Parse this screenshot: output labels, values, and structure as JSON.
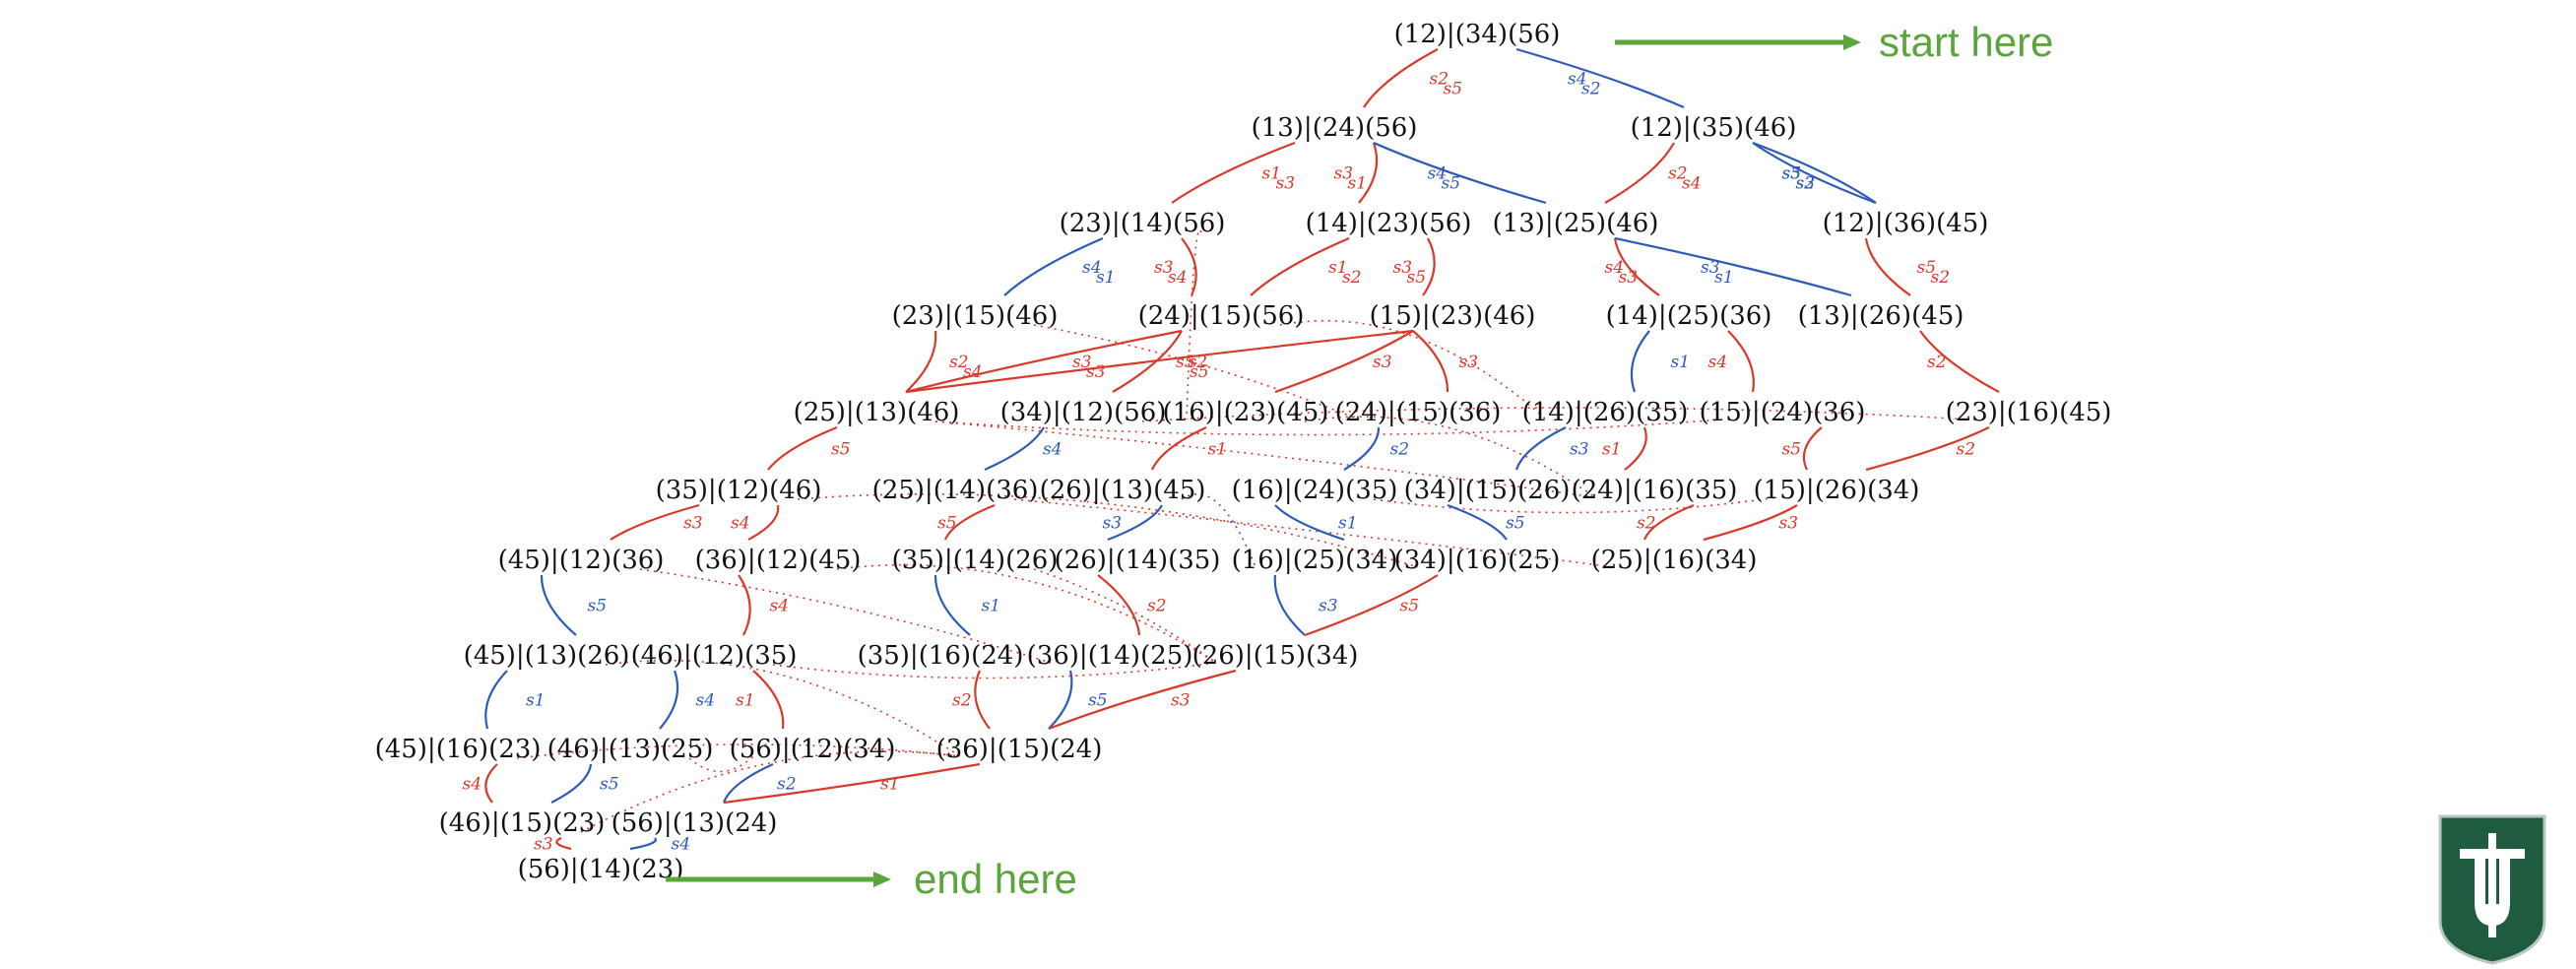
{
  "start_label": "start here",
  "end_label": "end here",
  "colors": {
    "red": "#d8392b",
    "blue": "#2d5bb8",
    "green": "#5aa63c",
    "shield": "#1e5b3f"
  },
  "logo": {
    "name": "tulane-shield-logo",
    "text": "TU"
  },
  "nodes": [
    "(12)|(34)(56)",
    "(13)|(24)(56)",
    "(12)|(35)(46)",
    "(23)|(14)(56)",
    "(14)|(23)(56)",
    "(13)|(25)(46)",
    "(12)|(36)(45)",
    "(23)|(15)(46)",
    "(24)|(15)(56)",
    "(15)|(23)(46)",
    "(14)|(25)(36)",
    "(13)|(26)(45)",
    "(25)|(13)(46)",
    "(34)|(12)(56)",
    "(16)|(23)(45)",
    "(24)|(15)(36)",
    "(14)|(26)(35)",
    "(15)|(24)(36)",
    "(23)|(16)(45)",
    "(35)|(12)(46)",
    "(25)|(14)(36)",
    "(26)|(13)(45)",
    "(16)|(24)(35)",
    "(34)|(15)(26)",
    "(24)|(16)(35)",
    "(15)|(26)(34)",
    "(45)|(12)(36)",
    "(36)|(12)(45)",
    "(35)|(14)(26)",
    "(26)|(14)(35)",
    "(16)|(25)(34)",
    "(34)|(16)(25)",
    "(25)|(16)(34)",
    "(45)|(13)(26)",
    "(46)|(12)(35)",
    "(35)|(16)(24)",
    "(36)|(14)(25)",
    "(26)|(15)(34)",
    "(45)|(16)(23)",
    "(46)|(13)(25)",
    "(56)|(12)(34)",
    "(36)|(15)(24)",
    "(46)|(15)(23)",
    "(56)|(13)(24)",
    "(56)|(14)(23)"
  ],
  "edge_labels": [
    "s2",
    "s4",
    "s1",
    "s3",
    "s4",
    "s2",
    "s5",
    "s3",
    "s4",
    "s3",
    "s1",
    "s3",
    "s4",
    "s3",
    "s5",
    "s2",
    "s3",
    "s5",
    "s2",
    "s3",
    "s1",
    "s4",
    "s2",
    "s3",
    "s5",
    "s4",
    "s1",
    "s2",
    "s3",
    "s1",
    "s5",
    "s2",
    "s3",
    "s4",
    "s5",
    "s3",
    "s1",
    "s5",
    "s2",
    "s3",
    "s5",
    "s4",
    "s1",
    "s2",
    "s3",
    "s5",
    "s1",
    "s4",
    "s2",
    "s5",
    "s3",
    "s1",
    "s4",
    "s5",
    "s2",
    "s1",
    "s3",
    "s4",
    "s5",
    "s2",
    "s3",
    "s1",
    "s5",
    "s4",
    "s2",
    "s3",
    "s1",
    "s4",
    "s2",
    "s5",
    "s3",
    "s1",
    "s2",
    "s4",
    "s3",
    "s5"
  ]
}
